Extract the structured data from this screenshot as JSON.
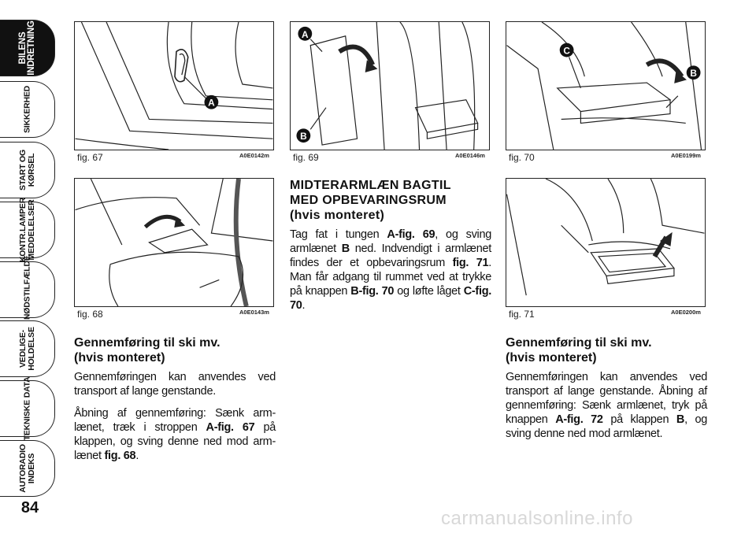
{
  "page_number": "84",
  "side_tabs": [
    {
      "label": "BILENS\nINDRETNING",
      "active": true
    },
    {
      "label": "SIKKERHED",
      "active": false
    },
    {
      "label": "START OG\nKØRSEL",
      "active": false
    },
    {
      "label": "KONTR.LAMPER\nMEDDELELSER",
      "active": false
    },
    {
      "label": "I NØDSTILFÆLDE",
      "active": false
    },
    {
      "label": "VEDLIGE-\nHOLDELSE",
      "active": false
    },
    {
      "label": "TEKNISKE DATA",
      "active": false
    },
    {
      "label": "AUTORADIO\nINDEKS",
      "active": false
    }
  ],
  "figures": {
    "fig67": {
      "label": "fig. 67",
      "code": "A0E0142m",
      "callouts": [
        "A"
      ]
    },
    "fig68": {
      "label": "fig. 68",
      "code": "A0E0143m"
    },
    "fig69": {
      "label": "fig. 69",
      "code": "A0E0146m",
      "callouts": [
        "A",
        "B"
      ]
    },
    "fig70": {
      "label": "fig. 70",
      "code": "A0E0199m",
      "callouts": [
        "C",
        "B"
      ]
    },
    "fig71": {
      "label": "fig. 71",
      "code": "A0E0200m"
    }
  },
  "section_ski_left": {
    "title_line1": "Gennemføring til ski mv.",
    "title_line2": "(hvis monteret)",
    "para1": "Gennemføringen kan anvendes ved transport af lange genstande.",
    "para2_a": "Åbning af gennemføring: Sænk arm-lænet, træk i stroppen ",
    "para2_ref1": "A-fig. 67",
    "para2_b": " på klappen, og sving denne ned mod arm-lænet ",
    "para2_ref2": "fig. 68",
    "para2_c": "."
  },
  "section_armrest": {
    "title_line1": "MIDTERARMLÆN BAGTIL",
    "title_line2": "MED OPBEVARINGSRUM",
    "title_line3": "(hvis monteret)",
    "t1": "Tag fat i tungen ",
    "r1": "A-fig. 69",
    "t2": ", og sving armlænet ",
    "r2": "B",
    "t3": " ned. Indvendigt i armlænet findes der et opbevaringsrum ",
    "r3": "fig. 71",
    "t4": ". Man får adgang til rummet ved at trykke på knappen ",
    "r4": "B-fig. 70",
    "t5": " og løfte låget ",
    "r5": "C-fig. 70",
    "t6": "."
  },
  "section_ski_right": {
    "title_line1": "Gennemføring til ski mv.",
    "title_line2": "(hvis monteret)",
    "t1": "Gennemføringen kan anvendes ved transport af lange genstande. Åbning af gennemføring: Sænk armlænet, tryk på knappen ",
    "r1": "A-fig. 72",
    "t2": " på klappen ",
    "r2": "B",
    "t3": ", og sving denne ned mod armlænet."
  },
  "watermark": "carmanualsonline.info"
}
